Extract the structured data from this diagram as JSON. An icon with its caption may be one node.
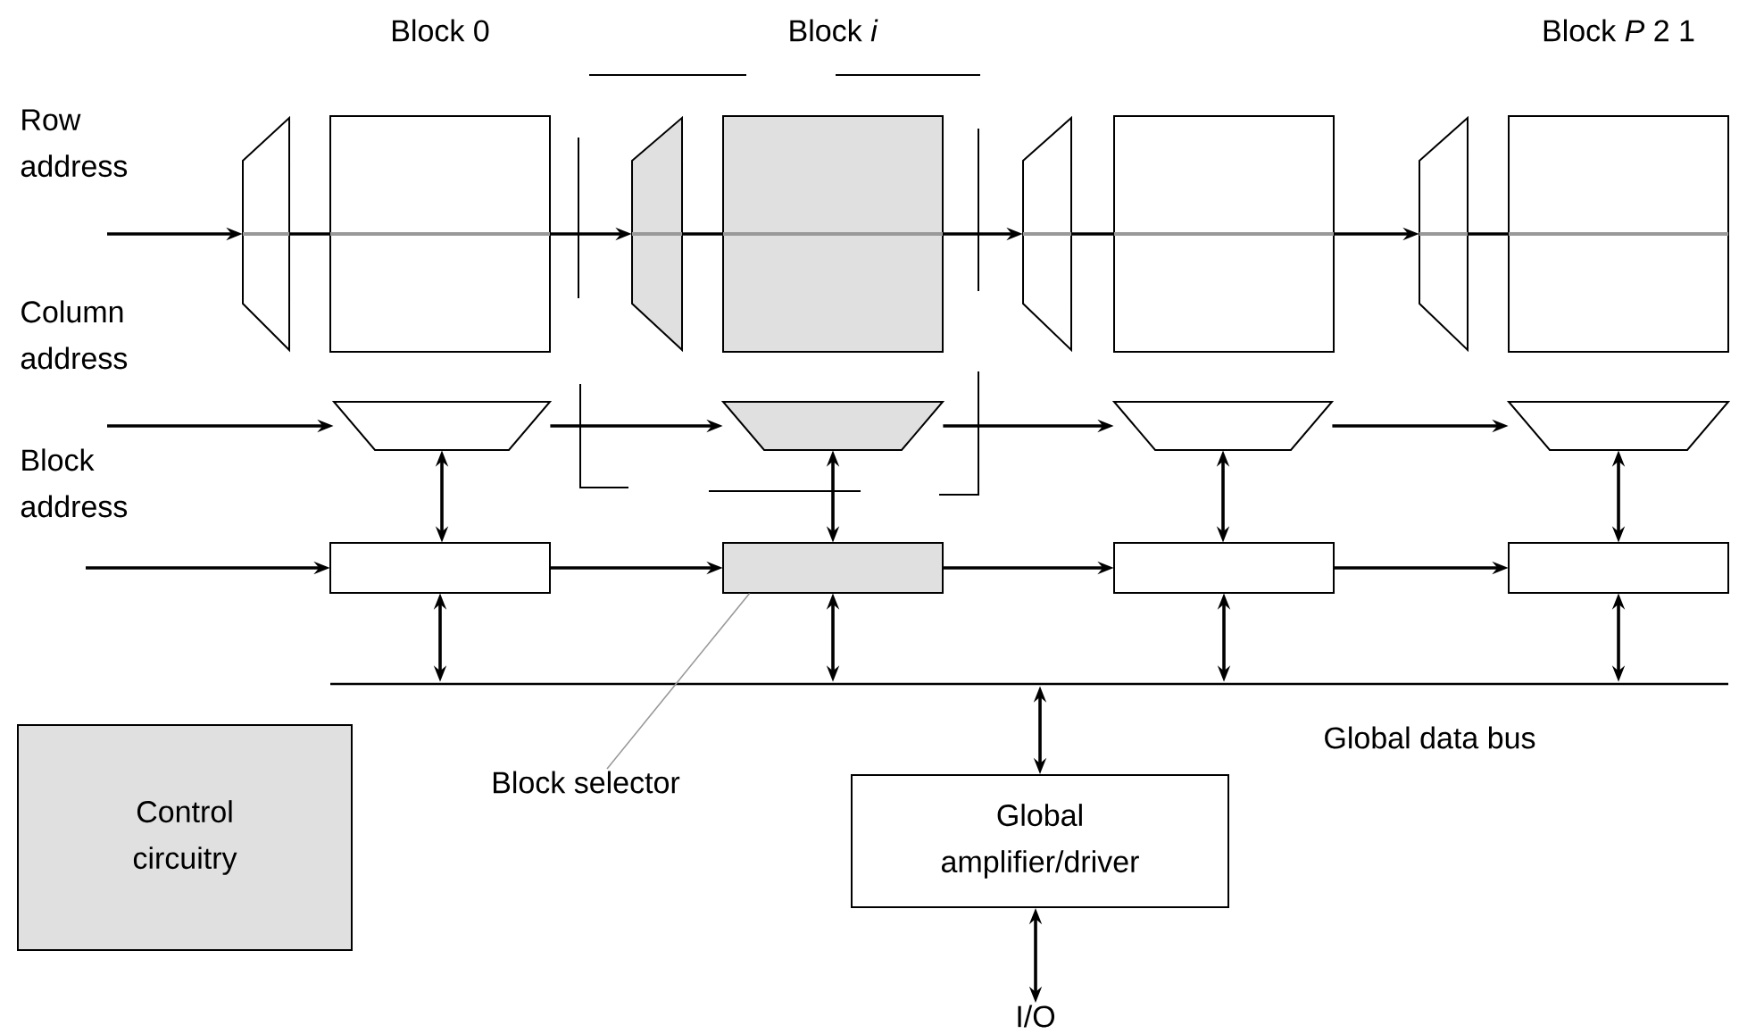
{
  "diagram": {
    "nodes": [
      {
        "text": [],
        "shape": "trapezoid"
      },
      {
        "text": [
          "Block 0"
        ]
      },
      {
        "text": [],
        "shape": "trapezoid"
      },
      {
        "text": [
          "Block *i*"
        ]
      },
      {
        "text": [],
        "shape": "trapezoid"
      },
      {
        "text": [],
        "shape": "box"
      },
      {
        "text": [],
        "shape": "trapezoid"
      },
      {
        "text": [
          "Block *P* 2 1"
        ]
      },
      {
        "text": [],
        "shape": "trapezoid"
      },
      {
        "text": [],
        "shape": "trapezoid"
      },
      {
        "text": [],
        "shape": "trapezoid"
      },
      {
        "text": [],
        "shape": "trapezoid"
      },
      {
        "text": [],
        "shape": "box"
      },
      {
        "text": [],
        "shape": "box"
      },
      {
        "text": [],
        "shape": "box"
      },
      {
        "text": [],
        "shape": "box"
      },
      {
        "text": [
          "Global data bus"
        ]
      },
      {
        "text": [
          "Control circuitry"
        ]
      },
      {
        "text": [
          "Global amplifier/driver"
        ]
      },
      {
        "text": [
          "I/O"
        ]
      },
      {
        "text": [
          "Block selector"
        ]
      }
    ],
    "edges": [
      {
        "from": null,
        "to": 0,
        "arrow": "to"
      },
      {
        "from": 0,
        "to": 1,
        "arrow": "none"
      },
      {
        "from": 1,
        "to": 2,
        "arrow": "to"
      },
      {
        "from": 2,
        "to": 3,
        "arrow": "none"
      },
      {
        "from": 3,
        "to": 4,
        "arrow": "to"
      },
      {
        "from": 4,
        "to": 5,
        "arrow": "none"
      },
      {
        "from": 5,
        "to": 6,
        "arrow": "to"
      },
      {
        "from": 6,
        "to": 7,
        "arrow": "none"
      },
      {
        "from": null,
        "to": 8,
        "arrow": "to"
      },
      {
        "from": 8,
        "to": 9,
        "arrow": "to"
      },
      {
        "from": 9,
        "to": 10,
        "arrow": "to"
      },
      {
        "from": 10,
        "to": 11,
        "arrow": "to"
      },
      {
        "from": null,
        "to": 12,
        "arrow": "to"
      },
      {
        "from": 12,
        "to": 13,
        "arrow": "to"
      },
      {
        "from": 13,
        "to": 14,
        "arrow": "to"
      },
      {
        "from": 14,
        "to": 15,
        "arrow": "to"
      },
      {
        "from": 8,
        "to": 12,
        "arrow": "both"
      },
      {
        "from": 9,
        "to": 13,
        "arrow": "both"
      },
      {
        "from": 10,
        "to": 14,
        "arrow": "both"
      },
      {
        "from": 11,
        "to": 15,
        "arrow": "both"
      },
      {
        "from": 12,
        "to": 16,
        "arrow": "both"
      },
      {
        "from": 13,
        "to": 16,
        "arrow": "both"
      },
      {
        "from": 14,
        "to": 16,
        "arrow": "both"
      },
      {
        "from": 15,
        "to": 16,
        "arrow": "both"
      },
      {
        "from": 16,
        "to": 18,
        "arrow": "both"
      },
      {
        "from": 18,
        "to": 19,
        "arrow": "both"
      },
      {
        "from": 20,
        "to": 13,
        "arrow": "none",
        "color": "#999999"
      }
    ],
    "labels": [
      "Row address",
      "Column address",
      "Block address"
    ]
  }
}
